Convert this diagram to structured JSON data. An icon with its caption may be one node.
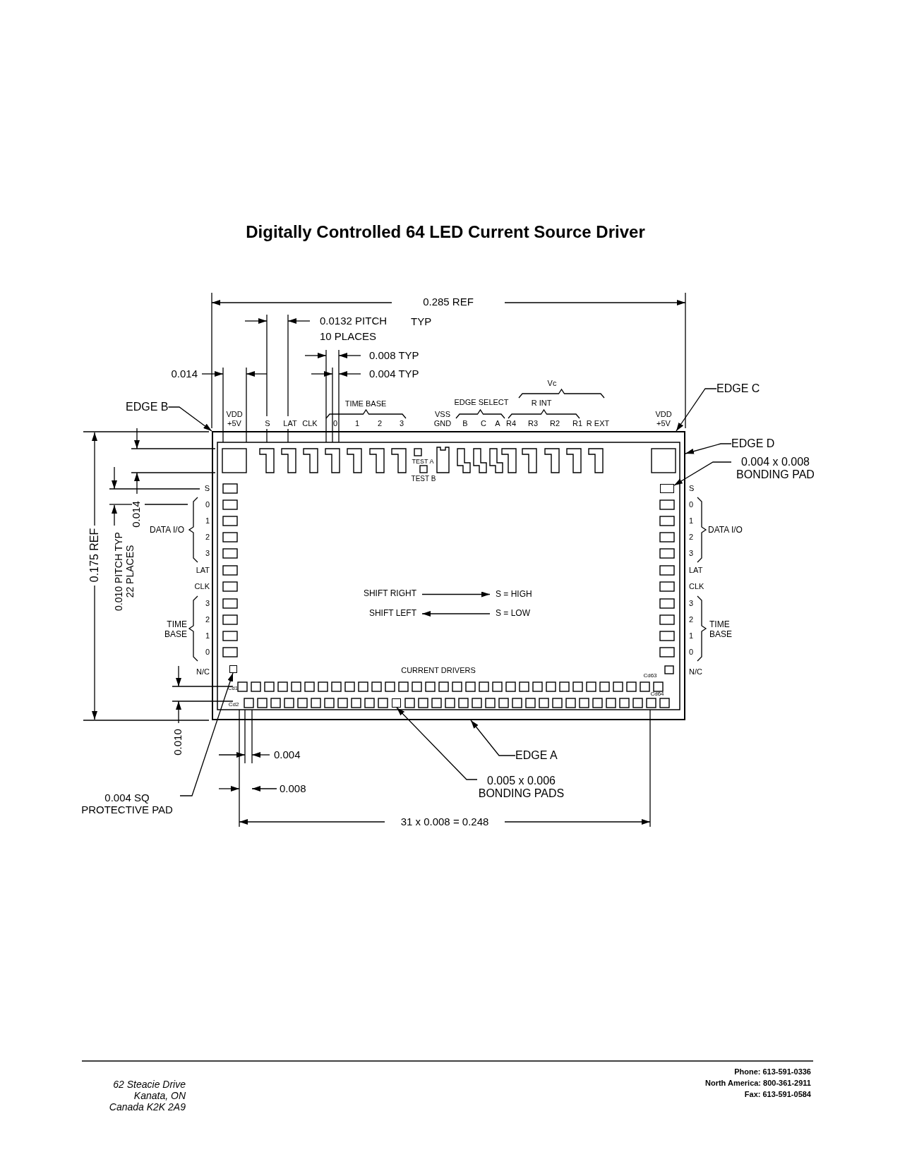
{
  "diagram": {
    "title": "Digitally Controlled 64 LED Current Source Driver",
    "nodes": [
      {
        "text": [],
        "shape": "box"
      },
      {
        "text": [],
        "shape": "box",
        "in": 0
      },
      {
        "text": [],
        "shape": "box",
        "in": 0
      },
      {
        "text": [],
        "shape": "box",
        "in": 0
      },
      {
        "text": [
          "EDGE B"
        ]
      },
      {
        "text": [
          "EDGE C"
        ]
      },
      {
        "text": [
          "EDGE D"
        ]
      },
      {
        "text": [
          "0.004 x 0.008 BONDING PAD"
        ]
      },
      {
        "text": [
          "EDGE A"
        ]
      },
      {
        "text": [
          "0.005 x 0.006 BONDING PADS"
        ]
      },
      {
        "text": [
          "0.004 SQ PROTECTIVE PAD"
        ]
      },
      {
        "text": [
          "SHIFT RIGHT"
        ],
        "in": 0
      },
      {
        "text": [
          "S = HIGH"
        ],
        "in": 0
      },
      {
        "text": [
          "SHIFT LEFT"
        ],
        "in": 0
      },
      {
        "text": [
          "S = LOW"
        ],
        "in": 0
      }
    ],
    "edges": [
      {
        "from": 4,
        "to": 0,
        "arrow": "to"
      },
      {
        "from": 5,
        "to": 0,
        "arrow": "to"
      },
      {
        "from": 6,
        "to": 0,
        "arrow": "to"
      },
      {
        "from": 7,
        "to": 1,
        "arrow": "to"
      },
      {
        "from": 8,
        "to": 0,
        "arrow": "to"
      },
      {
        "from": 9,
        "to": 2,
        "arrow": "to"
      },
      {
        "from": 10,
        "to": 3,
        "arrow": "to"
      },
      {
        "from": 11,
        "to": 12,
        "arrow": "to"
      },
      {
        "from": 14,
        "to": 13,
        "arrow": "to"
      }
    ],
    "labels": [
      "0.285 REF",
      "0.0132 PITCH",
      "TYP",
      "10 PLACES",
      "0.008 TYP",
      "0.014",
      "0.004 TYP",
      "Vc",
      "TIME BASE",
      "EDGE SELECT",
      "R INT",
      "VDD +5V",
      "S",
      "LAT",
      "CLK",
      "0",
      "1",
      "2",
      "3",
      "VSS GND",
      "B",
      "C",
      "A",
      "R4",
      "R3",
      "R2",
      "R1",
      "R EXT",
      "VDD +5V",
      "TEST A",
      "TEST B",
      "S",
      "0",
      "1",
      "2",
      "3",
      "LAT",
      "CLK",
      "3",
      "2",
      "1",
      "0",
      "N/C",
      "DATA I/O",
      "TIME BASE",
      "0.175 REF",
      "0.010 PITCH TYP 22 PLACES",
      "0.014",
      "S",
      "0",
      "1",
      "2",
      "3",
      "LAT",
      "CLK",
      "3",
      "2",
      "1",
      "0",
      "N/C",
      "DATA I/O",
      "TIME BASE",
      "CURRENT DRIVERS",
      "Cd63",
      "Cd1",
      "Cd64",
      "Cd2",
      "0.010",
      "0.004",
      "0.008",
      "31 x 0.008 = 0.248",
      "62 Steacie Drive",
      "Kanata, ON",
      "Canada K2K 2A9",
      "Phone: 613-591-0336",
      "North America: 800-361-2911",
      "Fax: 613-591-0584"
    ]
  }
}
